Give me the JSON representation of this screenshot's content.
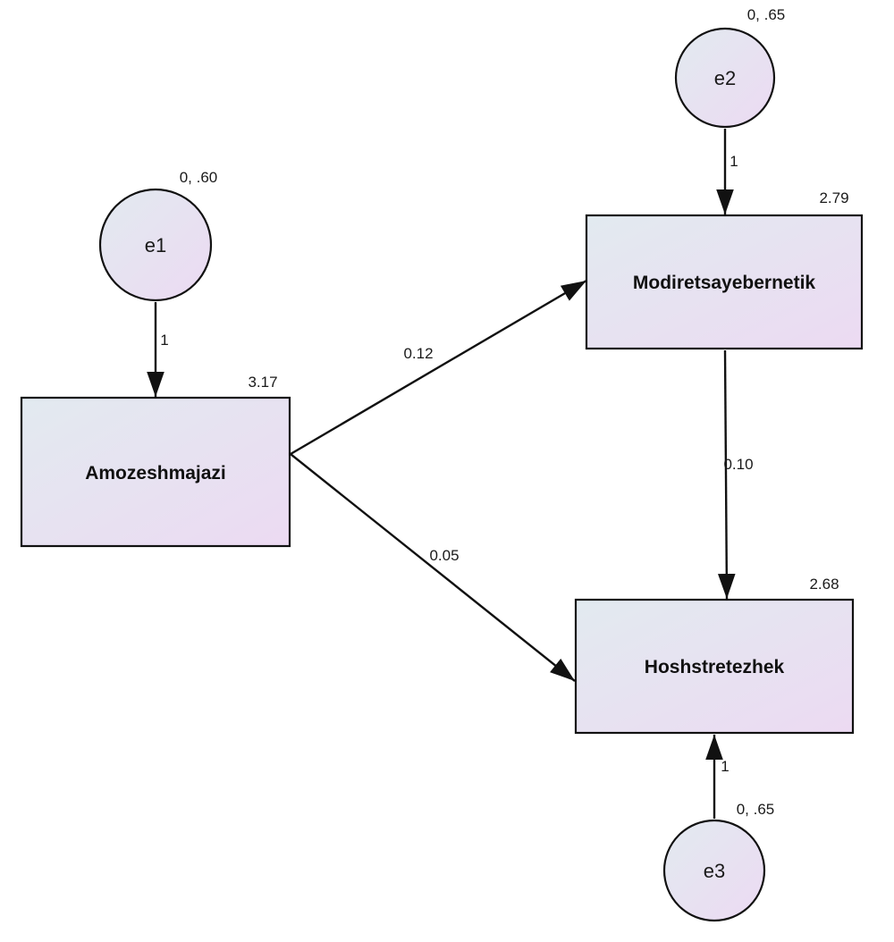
{
  "diagram": {
    "observed": [
      {
        "id": "amozesh",
        "label": "Amozeshmajazi",
        "value": "3.17"
      },
      {
        "id": "modiret",
        "label": "Modiretsayebernetik",
        "value": "2.79"
      },
      {
        "id": "hosh",
        "label": "Hoshstretezhek",
        "value": "2.68"
      }
    ],
    "errors": [
      {
        "id": "e1",
        "label": "e1",
        "value": "0, .60",
        "path_weight": "1"
      },
      {
        "id": "e2",
        "label": "e2",
        "value": "0, .65",
        "path_weight": "1"
      },
      {
        "id": "e3",
        "label": "e3",
        "value": "0, .65",
        "path_weight": "1"
      }
    ],
    "paths": [
      {
        "from": "Amozeshmajazi",
        "to": "Modiretsayebernetik",
        "weight": "0.12"
      },
      {
        "from": "Amozeshmajazi",
        "to": "Hoshstretezhek",
        "weight": "0.05"
      },
      {
        "from": "Modiretsayebernetik",
        "to": "Hoshstretezhek",
        "weight": "0.10"
      }
    ],
    "colors": {
      "node_fill_start": "#e2eaf0",
      "node_fill_end": "#ecdaf2",
      "stroke": "#111111"
    }
  }
}
